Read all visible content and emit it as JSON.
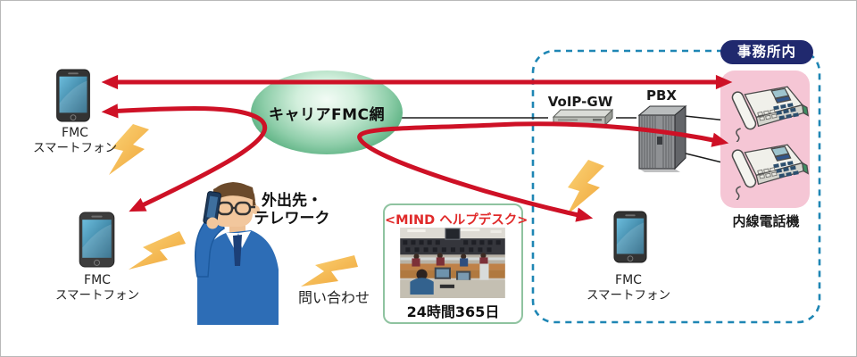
{
  "cloud": {
    "label": "キャリアFMC網"
  },
  "devices": {
    "fmc_phone_top_left": {
      "line1": "FMC",
      "line2": "スマートフォン"
    },
    "fmc_phone_bottom_left": {
      "line1": "FMC",
      "line2": "スマートフォン"
    },
    "fmc_phone_office": {
      "line1": "FMC",
      "line2": "スマートフォン"
    },
    "voip_gw": {
      "label": "VoIP-GW"
    },
    "pbx": {
      "label": "PBX"
    },
    "extension_phones": {
      "label": "内線電話機"
    }
  },
  "office": {
    "badge": "事務所内"
  },
  "worker": {
    "line1": "外出先・",
    "line2": "テレワーク"
  },
  "inquiry": {
    "label": "問い合わせ"
  },
  "helpdesk": {
    "title": "<MIND ヘルプデスク>",
    "caption": "24時間365日"
  },
  "colors": {
    "arrow_red": "#ce1126",
    "cloud_green": "#47a672",
    "office_dash_blue": "#1e86b4",
    "badge_navy": "#20296e",
    "extension_area_pink": "#f5c6d5",
    "helpdesk_border_green": "#8fc3a0",
    "helpdesk_title_red": "#e02a2a",
    "lightning_orange": "#f2a93c"
  }
}
